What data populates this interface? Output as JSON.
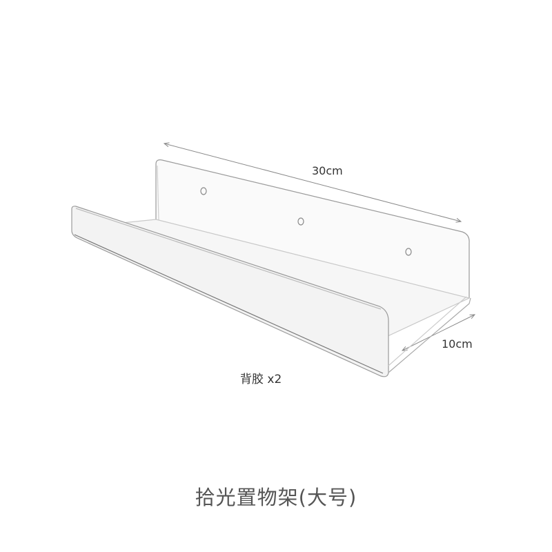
{
  "dimensions": {
    "width_label": "30cm",
    "depth_label": "10cm"
  },
  "accessory_label": "背胶 x2",
  "product_title": "拾光置物架(大号)",
  "colors": {
    "outline": "#9a9a9a",
    "text": "#333333",
    "title": "#555555"
  }
}
